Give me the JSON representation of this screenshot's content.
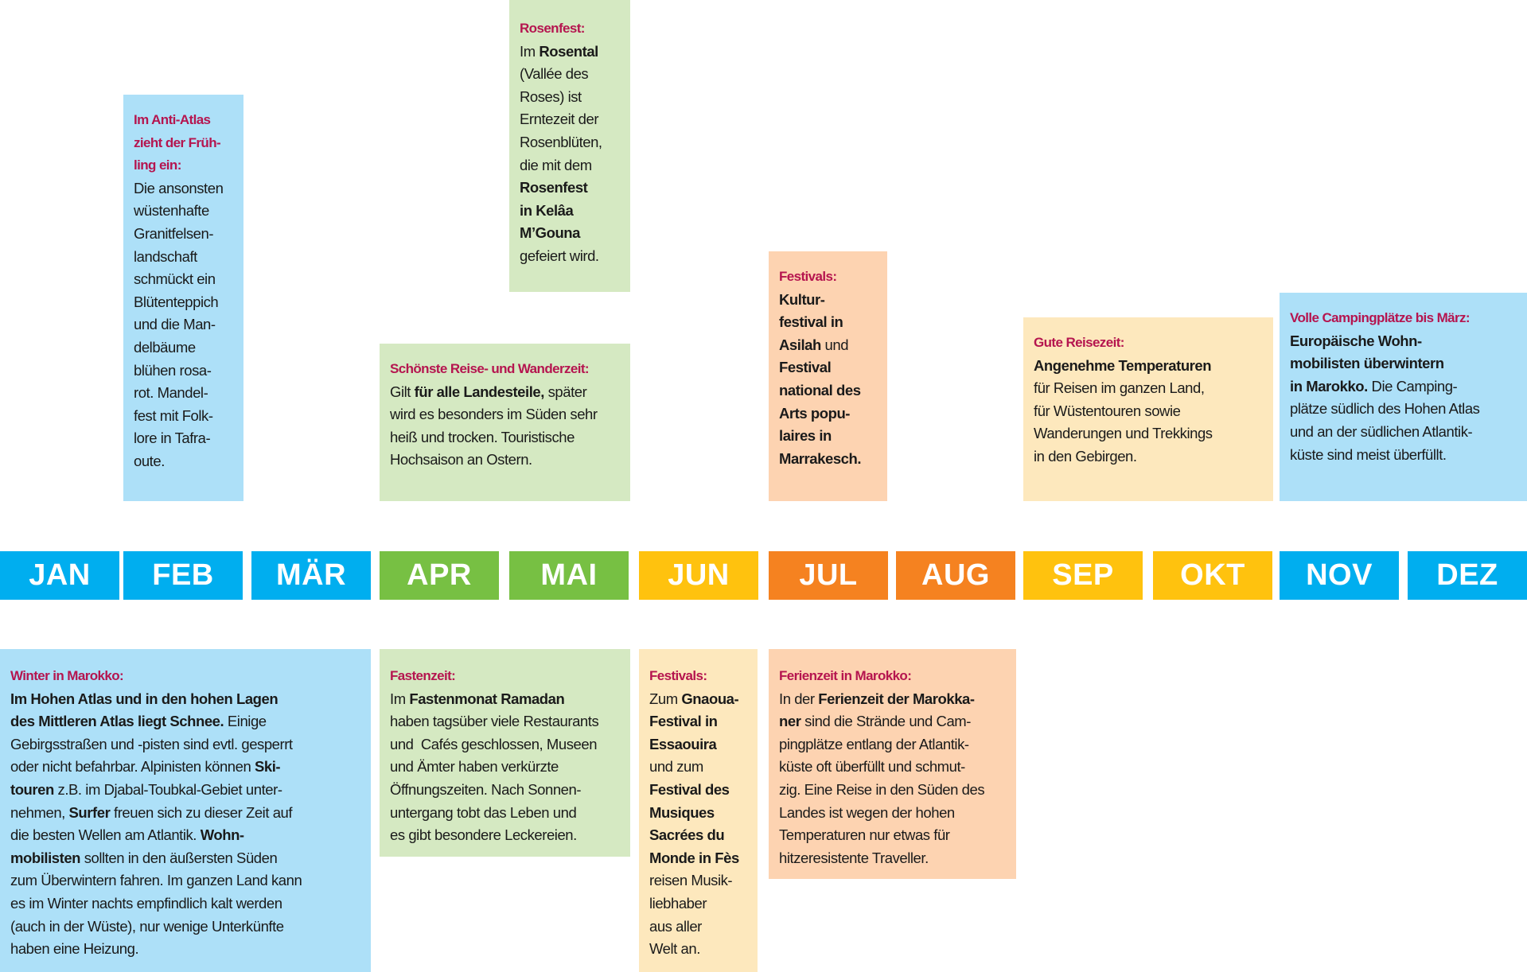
{
  "colors": {
    "blue": "#00aeef",
    "green": "#77c043",
    "yellow": "#ffc20e",
    "orange": "#f58220",
    "heading": "#b5154f",
    "light_blue": "#ade0f8",
    "light_green": "#d5e9c2",
    "light_orange": "#fdd3b1",
    "light_yellow": "#fde8bd"
  },
  "months": [
    "JAN",
    "FEB",
    "MÄR",
    "APR",
    "MAI",
    "JUN",
    "JUL",
    "AUG",
    "SEP",
    "OKT",
    "NOV",
    "DEZ"
  ],
  "boxes": [
    {
      "id": "anti-atlas",
      "head": [
        "Im Anti-Atlas",
        "zieht der Früh-",
        "ling ein:"
      ],
      "lines": [
        [
          "Die ansonsten"
        ],
        [
          "wüstenhafte"
        ],
        [
          "Granitfelsen-"
        ],
        [
          "landschaft"
        ],
        [
          "schmückt ein"
        ],
        [
          "Blütenteppich"
        ],
        [
          "und die Man-"
        ],
        [
          "delbäume"
        ],
        [
          "blühen rosa-"
        ],
        [
          "rot. Mandel-"
        ],
        [
          "fest mit Folk-"
        ],
        [
          "lore in Tafra-"
        ],
        [
          "oute."
        ]
      ]
    },
    {
      "id": "rosenfest",
      "head": [
        "Rosenfest:"
      ],
      "lines": [
        [
          "Im ",
          {
            "b": "Rosental"
          }
        ],
        [
          "(Vallée des"
        ],
        [
          "Roses) ist"
        ],
        [
          "Erntezeit der"
        ],
        [
          "Rosenblüten,"
        ],
        [
          "die mit dem"
        ],
        [
          {
            "b": "Rosenfest"
          }
        ],
        [
          {
            "b": "in Kelâa"
          }
        ],
        [
          {
            "b": "M’Gouna"
          }
        ],
        [
          "gefeiert wird."
        ]
      ]
    },
    {
      "id": "wanderzeit",
      "head": [
        "Schönste Reise- und Wanderzeit:"
      ],
      "lines": [
        [
          "Gilt ",
          {
            "b": "für alle Landesteile,"
          },
          " später"
        ],
        [
          "wird es besonders im Süden sehr"
        ],
        [
          "heiß und trocken. Touristische"
        ],
        [
          "Hochsaison an Ostern."
        ]
      ]
    },
    {
      "id": "festivals-jul",
      "head": [
        "Festivals:"
      ],
      "lines": [
        [
          {
            "b": "Kultur-"
          }
        ],
        [
          {
            "b": "festival in"
          }
        ],
        [
          {
            "b": "Asilah"
          },
          " und"
        ],
        [
          {
            "b": "Festival"
          }
        ],
        [
          {
            "b": "national des"
          }
        ],
        [
          {
            "b": "Arts popu-"
          }
        ],
        [
          {
            "b": "laires in"
          }
        ],
        [
          {
            "b": "Marrakesch."
          }
        ]
      ]
    },
    {
      "id": "gute-reisezeit",
      "head": [
        "Gute Reisezeit:"
      ],
      "lines": [
        [
          {
            "b": "Angenehme Temperaturen"
          }
        ],
        [
          "für Reisen im ganzen Land,"
        ],
        [
          "für Wüstentouren sowie"
        ],
        [
          "Wanderungen und Trekkings"
        ],
        [
          "in den Gebirgen."
        ]
      ]
    },
    {
      "id": "campingplaetze",
      "head": [
        "Volle Campingplätze bis März:"
      ],
      "lines": [
        [
          {
            "b": "Europäische Wohn-"
          }
        ],
        [
          {
            "b": "mobilisten überwintern"
          }
        ],
        [
          {
            "b": "in Marokko."
          },
          " Die Camping-"
        ],
        [
          "plätze südlich des Hohen Atlas"
        ],
        [
          "und an der südlichen Atlantik-"
        ],
        [
          "küste sind meist überfüllt."
        ]
      ]
    },
    {
      "id": "winter",
      "head": [
        "Winter in Marokko:"
      ],
      "lines": [
        [
          {
            "b": "Im Hohen Atlas und in den hohen Lagen"
          }
        ],
        [
          {
            "b": "des Mittleren Atlas liegt Schnee."
          },
          " Einige"
        ],
        [
          "Gebirgsstraßen und -pisten sind evtl. gesperrt"
        ],
        [
          "oder nicht befahrbar. Alpinisten können ",
          {
            "b": "Ski-"
          }
        ],
        [
          {
            "b": "touren"
          },
          " z.B. im Djabal-Toubkal-Gebiet unter-"
        ],
        [
          "nehmen, ",
          {
            "b": "Surfer"
          },
          " freuen sich zu dieser Zeit auf"
        ],
        [
          "die besten Wellen am Atlantik. ",
          {
            "b": "Wohn-"
          }
        ],
        [
          {
            "b": "mobilisten"
          },
          " sollten in den äußersten Süden"
        ],
        [
          "zum Überwintern fahren. Im ganzen Land kann"
        ],
        [
          "es im Winter nachts empfindlich kalt werden"
        ],
        [
          "(auch in der Wüste), nur wenige Unterkünfte"
        ],
        [
          "haben eine Heizung."
        ]
      ]
    },
    {
      "id": "fastenzeit",
      "head": [
        "Fastenzeit:"
      ],
      "lines": [
        [
          "Im ",
          {
            "b": "Fastenmonat Ramadan"
          }
        ],
        [
          "haben tagsüber viele Restaurants"
        ],
        [
          "und  Cafés geschlossen, Museen"
        ],
        [
          "und Ämter haben verkürzte"
        ],
        [
          "Öffnungszeiten. Nach Sonnen-"
        ],
        [
          "untergang tobt das Leben und"
        ],
        [
          "es gibt besondere Leckereien."
        ]
      ]
    },
    {
      "id": "festivals-jun",
      "head": [
        "Festivals:"
      ],
      "lines": [
        [
          "Zum ",
          {
            "b": "Gnaoua-"
          }
        ],
        [
          {
            "b": "Festival in"
          }
        ],
        [
          {
            "b": "Essaouira"
          }
        ],
        [
          "und zum"
        ],
        [
          {
            "b": "Festival des"
          }
        ],
        [
          {
            "b": "Musiques"
          }
        ],
        [
          {
            "b": "Sacrées du"
          }
        ],
        [
          {
            "b": "Monde in Fès"
          }
        ],
        [
          "reisen Musik-"
        ],
        [
          "liebhaber"
        ],
        [
          "aus aller"
        ],
        [
          "Welt an."
        ]
      ]
    },
    {
      "id": "ferienzeit",
      "head": [
        "Ferienzeit in Marokko:"
      ],
      "lines": [
        [
          "In der ",
          {
            "b": "Ferienzeit der Marokka-"
          }
        ],
        [
          {
            "b": "ner"
          },
          " sind die Strände und Cam-"
        ],
        [
          "pingplätze entlang der Atlantik-"
        ],
        [
          "küste oft überfüllt und schmut-"
        ],
        [
          "zig. Eine Reise in den Süden des"
        ],
        [
          "Landes ist wegen der hohen"
        ],
        [
          "Temperaturen nur etwas für"
        ],
        [
          "hitzeresistente Traveller."
        ]
      ]
    }
  ]
}
